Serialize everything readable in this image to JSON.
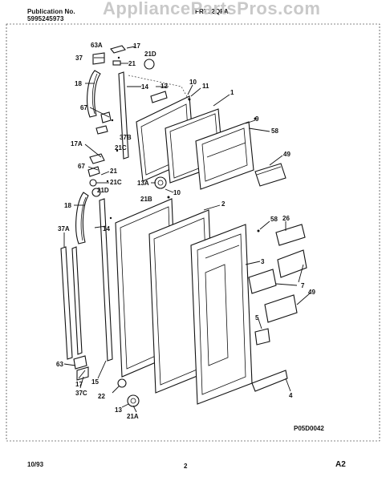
{
  "header": {
    "publication_label": "Publication No.",
    "publication_number": "5995245973",
    "model": "FRT22QFA",
    "watermark": "AppliancePartsPros.com"
  },
  "diagram_code": "P05D0042",
  "footer": {
    "date": "10/93",
    "page": "2",
    "section": "A2"
  },
  "callouts": {
    "c63A": "63A",
    "c17a": "17",
    "c37a": "37",
    "c21a": "21",
    "c21Da": "21D",
    "c12": "12",
    "c18a": "18",
    "c14a": "14",
    "c10a": "10",
    "c11": "11",
    "c1": "1",
    "c67a": "67",
    "c9": "9",
    "c58a": "58",
    "c37B": "37B",
    "c21Ca": "21C",
    "c17A": "17A",
    "c49a": "49",
    "c67b": "67",
    "c21b": "21",
    "c21Cb": "21C",
    "c13A": "13A",
    "c21B": "21B",
    "c10b": "10",
    "c21Db": "21D",
    "c2": "2",
    "c18b": "18",
    "c14b": "14",
    "c58b": "58",
    "c26": "26",
    "c37A": "37A",
    "c3": "3",
    "c7": "7",
    "c49b": "49",
    "c5": "5",
    "c63": "63",
    "c17b": "17",
    "c15": "15",
    "c37C": "37C",
    "c22": "22",
    "c4": "4",
    "c13": "13",
    "c21A": "21A"
  }
}
